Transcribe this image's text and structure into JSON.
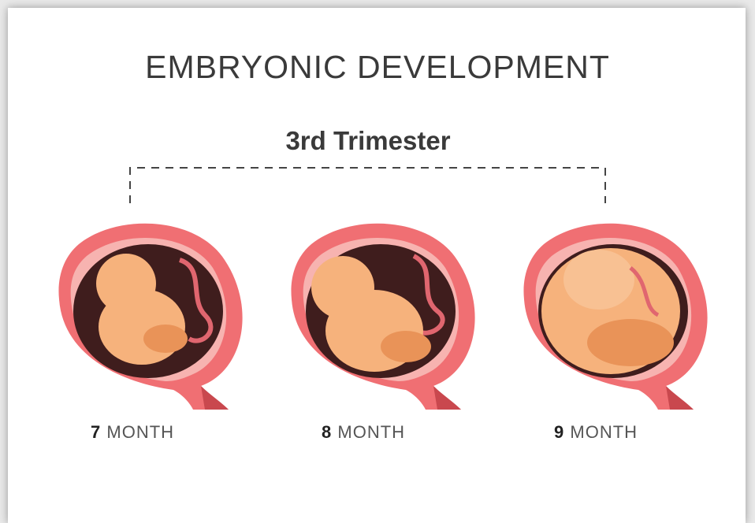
{
  "header": {
    "title": "EMBRYONIC DEVELOPMENT",
    "subtitle": "3rd Trimester"
  },
  "stages": [
    {
      "number": "7",
      "unit": "MONTH",
      "illustration": "fetus-7-month-icon"
    },
    {
      "number": "8",
      "unit": "MONTH",
      "illustration": "fetus-8-month-icon"
    },
    {
      "number": "9",
      "unit": "MONTH",
      "illustration": "fetus-9-month-icon"
    }
  ],
  "colors": {
    "uterus_outer": "#f06f73",
    "uterus_inner": "#f7b3b0",
    "cavity": "#3f1d1d",
    "fetus": "#f6b27c",
    "fetus_shade": "#e99358",
    "cord": "#e0666f",
    "text": "#3a3a3a"
  }
}
